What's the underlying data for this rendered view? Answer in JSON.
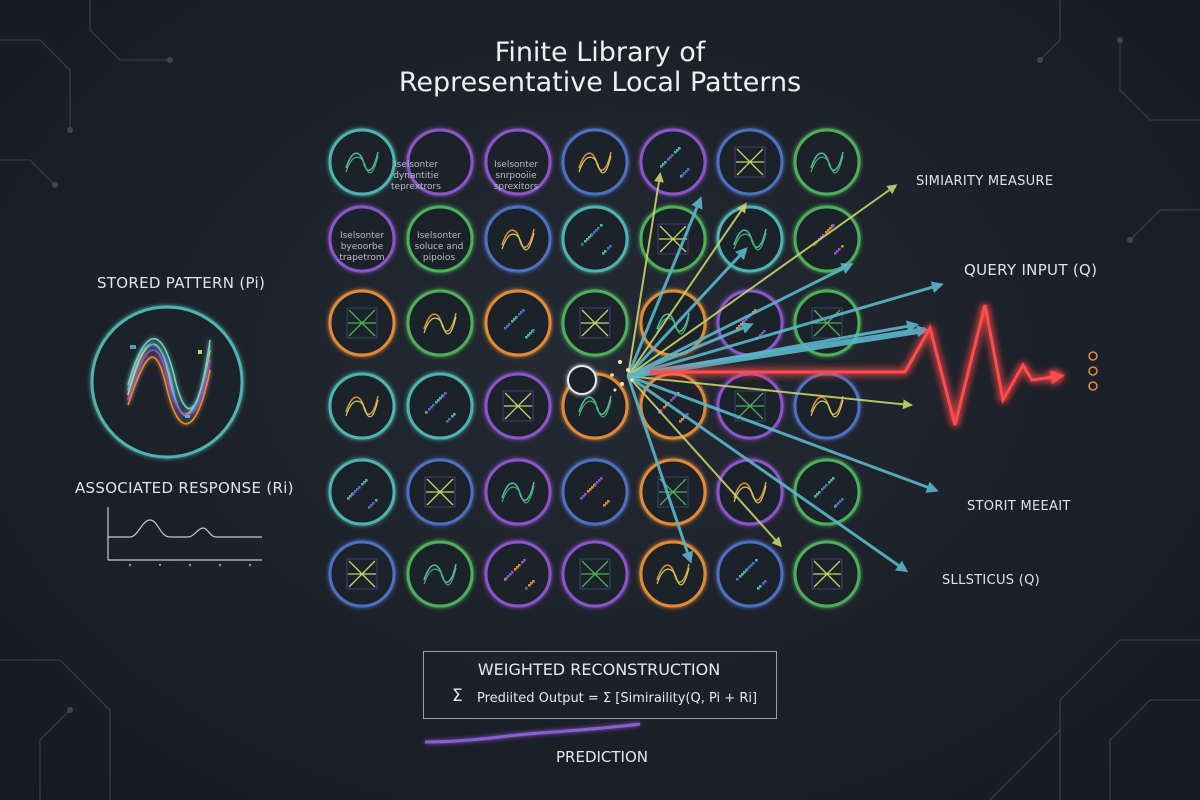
{
  "title": {
    "line1": "Finite Library of",
    "line2": "Representative Local Patterns"
  },
  "left": {
    "stored_pattern": "STORED PATTERN (Pi)",
    "associated_response": "ASSOCIATED RESPONSE (Ri)"
  },
  "right": {
    "similarity_measure": "SIMIARITY MEASURE",
    "query_input": "QUERY INPUT (Q)",
    "storit": "STORIT MEEAIT",
    "sllsticus": "SLLSTICUS (Q)"
  },
  "formula": {
    "heading": "WEIGHTED RECONSTRUCTION",
    "sigma": "Σ",
    "expression": "Prediited Output = Σ [Simiraility(Q, Pi + Ri]"
  },
  "prediction": "PREDICTION",
  "cell_texts": {
    "c01": [
      "Iselsonter",
      "dynantitie",
      "teprextrors"
    ],
    "c02": [
      "Iselsonter",
      "snrpooiie",
      "sprexitors"
    ],
    "c10": [
      "Iselsonter",
      "byeoorbe",
      "trapetrom"
    ],
    "c11": [
      "Iselsonter",
      "soluce and",
      "pipoios"
    ]
  },
  "colors": {
    "background": "#1c2029",
    "teal": "#4fb3b0",
    "blue": "#4f6fc0",
    "purple": "#8a55c9",
    "green": "#4fae5a",
    "orange": "#e08a38",
    "yellow_arrow": "#c9d36a",
    "cyan_arrow": "#5bb6c9",
    "red_signal": "#ff4b4b",
    "prediction_curve": "#8a5fd0"
  },
  "grid_rings": [
    [
      "teal",
      "purple",
      "purple",
      "blue",
      "purple",
      "blue",
      "green"
    ],
    [
      "purple",
      "green",
      "blue",
      "teal",
      "green",
      "teal",
      "green"
    ],
    [
      "orange",
      "green",
      "orange",
      "green",
      "orange",
      "purple",
      "green"
    ],
    [
      "teal",
      "teal",
      "purple",
      "orange",
      "orange",
      "purple",
      "blue"
    ],
    [
      "teal",
      "blue",
      "purple",
      "blue",
      "orange",
      "purple",
      "green"
    ],
    [
      "blue",
      "green",
      "purple",
      "purple",
      "orange",
      "blue",
      "green"
    ]
  ]
}
